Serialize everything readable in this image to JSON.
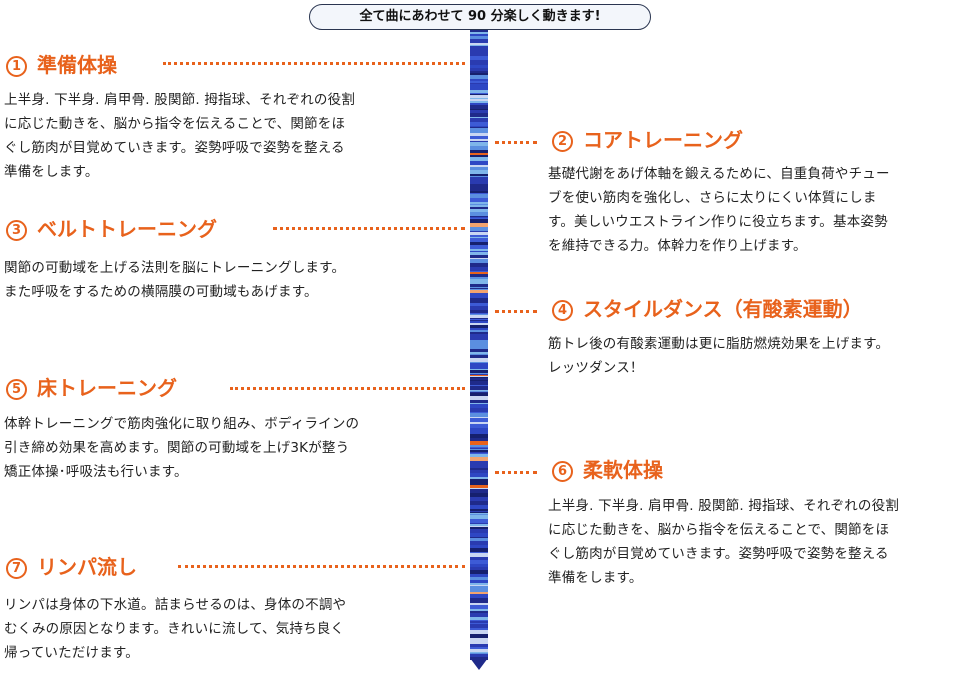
{
  "header": {
    "text": "全て曲にあわせて 90 分楽しく動きます!"
  },
  "colors": {
    "accent": "#e8621c",
    "timeline": "#1f2a8a"
  },
  "sections": [
    {
      "num": "1",
      "title": "準備体操",
      "body": "上半身. 下半身. 肩甲骨. 股関節. 拇指球、それぞれの役割\nに応じた動きを、脳から指令を伝えることで、関節をほ\nぐし筋肉が目覚めていきます。姿勢呼吸で姿勢を整える\n準備をします。"
    },
    {
      "num": "2",
      "title": "コアトレーニング",
      "body": "基礎代謝をあげ体軸を鍛えるために、自重負荷やチュー\nブを使い筋肉を強化し、さらに太りにくい体質にしま\nす。美しいウエストライン作りに役立ちます。基本姿勢\nを維持できる力。体幹力を作り上げます。"
    },
    {
      "num": "3",
      "title": "ベルトトレーニング",
      "body": "関節の可動域を上げる法則を脳にトレーニングします。\nまた呼吸をするための横隔膜の可動域もあげます。"
    },
    {
      "num": "4",
      "title": "スタイルダンス（有酸素運動）",
      "body": "筋トレ後の有酸素運動は更に脂肪燃焼効果を上げます。\nレッツダンス！"
    },
    {
      "num": "5",
      "title": "床トレーニング",
      "body": "体幹トレーニングで筋肉強化に取り組み、ボディラインの\n引き締め効果を高めます。関節の可動域を上げ3Kが整う\n矯正体操･呼吸法も行います。"
    },
    {
      "num": "6",
      "title": "柔軟体操",
      "body": "上半身. 下半身. 肩甲骨. 股関節. 拇指球、それぞれの役割\nに応じた動きを、脳から指令を伝えることで、関節をほ\nぐし筋肉が目覚めていきます。姿勢呼吸で姿勢を整える\n準備をします。"
    },
    {
      "num": "7",
      "title": "リンパ流し",
      "body": "リンパは身体の下水道。詰まらせるのは、身体の不調や\nむくみの原因となります。きれいに流して、気持ち良く\n帰っていただけます。"
    }
  ]
}
